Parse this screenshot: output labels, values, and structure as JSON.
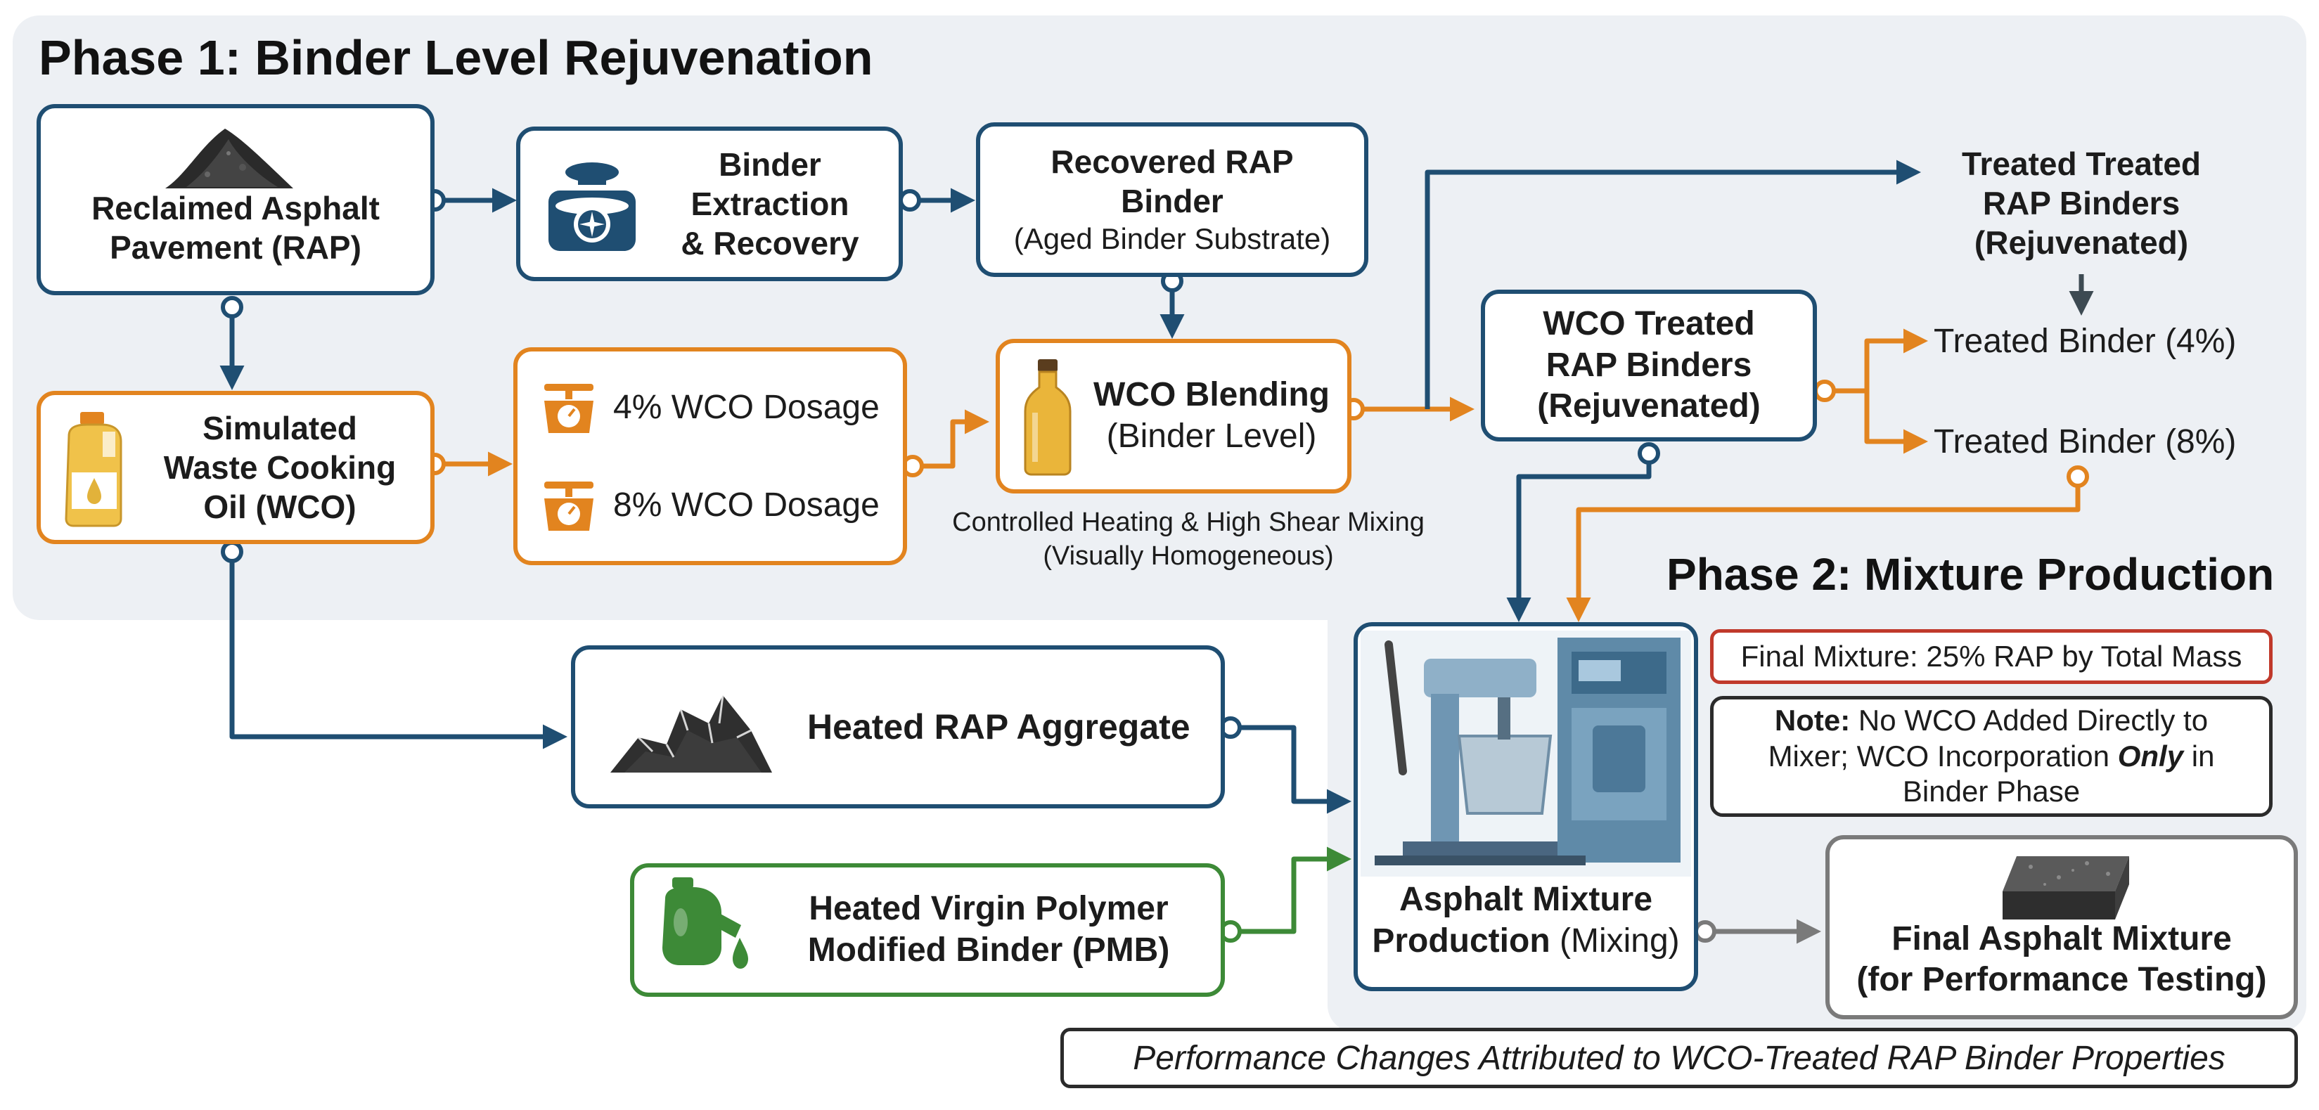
{
  "phase1": {
    "title": "Phase 1: Binder Level Rejuvenation"
  },
  "phase2": {
    "title": "Phase 2: Mixture Production"
  },
  "nodes": {
    "rap": {
      "line1": "Reclaimed Asphalt",
      "line2": "Pavement (RAP)"
    },
    "extraction": {
      "line1": "Binder",
      "line2": "Extraction",
      "line3": "& Recovery"
    },
    "recovered": {
      "line1": "Recovered RAP",
      "line2": "Binder",
      "line3": "(Aged Binder Substrate)"
    },
    "treated_out": {
      "line1": "Treated Treated",
      "line2": "RAP Binders",
      "line3": "(Rejuvenated)"
    },
    "wco": {
      "line1": "Simulated",
      "line2": "Waste Cooking",
      "line3": "Oil (WCO)"
    },
    "dosage": {
      "d4": "4% WCO Dosage",
      "d8": "8% WCO Dosage"
    },
    "blending": {
      "line1": "WCO Blending",
      "line2": "(Binder Level)"
    },
    "blending_note": {
      "line1": "Controlled Heating & High Shear Mixing",
      "line2": "(Visually Homogeneous)"
    },
    "wco_treated": {
      "line1": "WCO Treated",
      "line2": "RAP Binders",
      "line3": "(Rejuvenated)"
    },
    "treated4": {
      "label": "Treated Binder (4%)"
    },
    "treated8": {
      "label": "Treated Binder (8%)"
    },
    "heated_rap": {
      "label": "Heated RAP Aggregate"
    },
    "pmb": {
      "line1": "Heated Virgin Polymer",
      "line2": "Modified Binder (PMB)"
    },
    "mixer": {
      "line1": "Asphalt Mixture",
      "line2a": "Production",
      "line2b": "(Mixing)"
    },
    "final_note": {
      "label": "Final Mixture: 25% RAP by Total Mass"
    },
    "note": {
      "label": "Note:",
      "text1": "No WCO Added Directly to",
      "text2a": "Mixer; WCO Incorporation",
      "text2b": "Only",
      "text2c": "in",
      "text3": "Binder Phase"
    },
    "final": {
      "line1": "Final Asphalt Mixture",
      "line2": "(for Performance Testing)"
    },
    "footer": {
      "label": "Performance Changes Attributed to WCO-Treated RAP Binder Properties"
    }
  },
  "colors": {
    "blue": "#1f4e72",
    "orange": "#e2841f",
    "green": "#3d8a37",
    "gray": "#7a7a7a",
    "red": "#c0392b"
  },
  "icons": [
    "rubble-pile-icon",
    "extraction-machine-icon",
    "oil-jug-icon",
    "scale-icon",
    "oil-bottle-icon",
    "aggregate-pile-icon",
    "binder-can-icon",
    "asphalt-mixer-icon",
    "asphalt-slab-icon"
  ]
}
